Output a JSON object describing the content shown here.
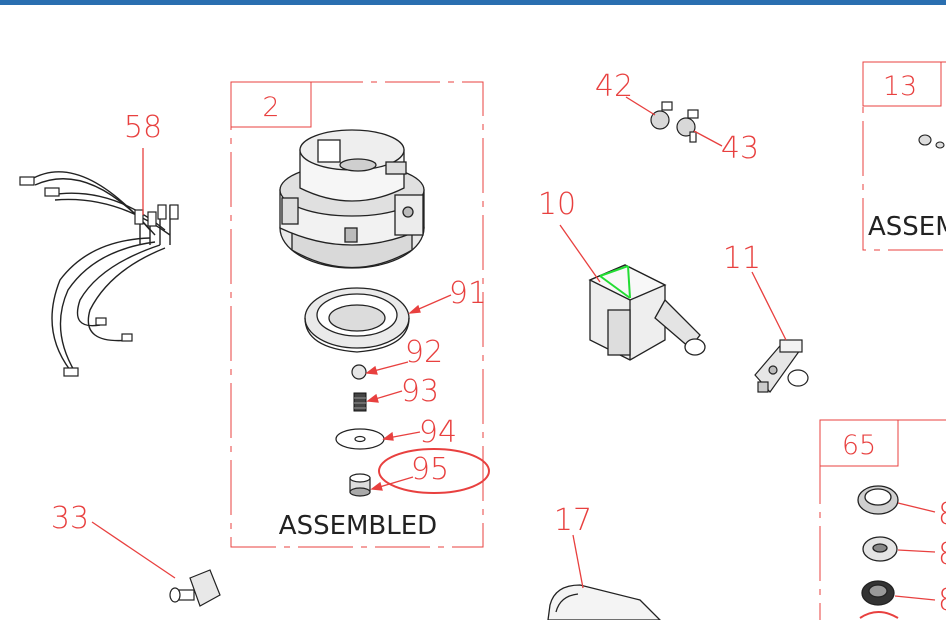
{
  "diagram": {
    "title_bar_color": "#2a6fb0",
    "callout_color": "#e8403f",
    "assembly_boxes": [
      {
        "id": "box-2",
        "number": "2",
        "caption": "ASSEMBLED"
      },
      {
        "id": "box-13",
        "number": "13",
        "caption": "ASSEM"
      },
      {
        "id": "box-65",
        "number": "65",
        "caption": ""
      }
    ],
    "part_callouts": [
      {
        "id": "part-58",
        "label": "58"
      },
      {
        "id": "part-91",
        "label": "91"
      },
      {
        "id": "part-92",
        "label": "92"
      },
      {
        "id": "part-93",
        "label": "93"
      },
      {
        "id": "part-94",
        "label": "94"
      },
      {
        "id": "part-95",
        "label": "95"
      },
      {
        "id": "part-42",
        "label": "42"
      },
      {
        "id": "part-43",
        "label": "43"
      },
      {
        "id": "part-10",
        "label": "10"
      },
      {
        "id": "part-11",
        "label": "11"
      },
      {
        "id": "part-33",
        "label": "33"
      },
      {
        "id": "part-17",
        "label": "17"
      },
      {
        "id": "part-8a",
        "label": "8"
      },
      {
        "id": "part-8b",
        "label": "8"
      },
      {
        "id": "part-8c",
        "label": "8"
      }
    ],
    "highlighted_part": "95"
  }
}
